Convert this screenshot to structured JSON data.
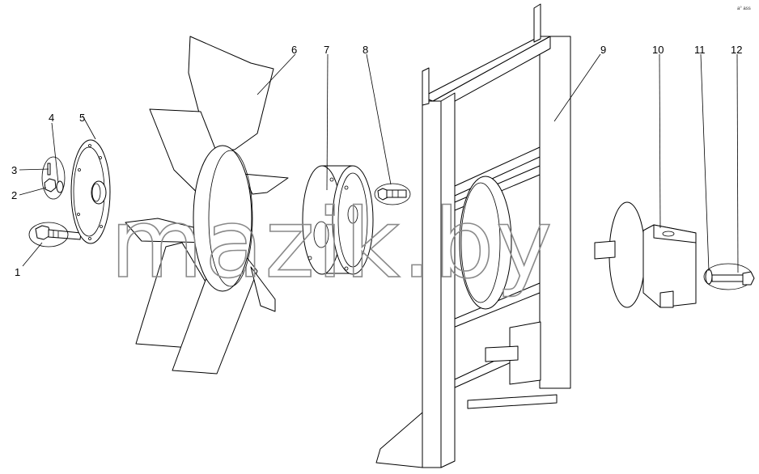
{
  "diagram": {
    "callouts": [
      "1",
      "2",
      "3",
      "4",
      "5",
      "6",
      "7",
      "8",
      "9",
      "10",
      "11",
      "12"
    ],
    "watermark": "mazik.by",
    "corner_mark": "a° ass"
  }
}
